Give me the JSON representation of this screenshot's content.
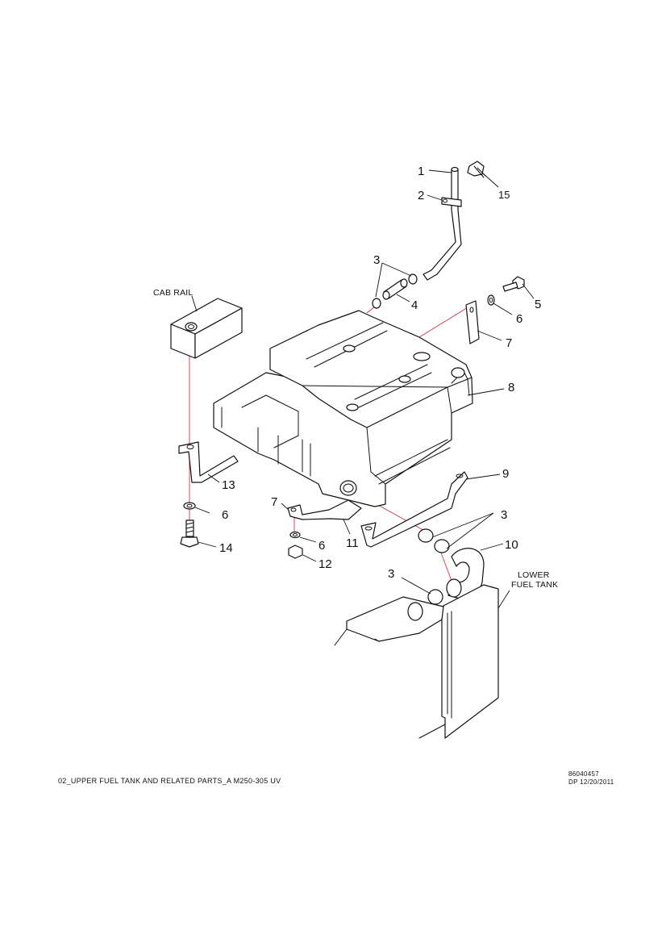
{
  "labels": {
    "cab_rail": "CAB RAIL",
    "lower_fuel_tank_line1": "LOWER",
    "lower_fuel_tank_line2": "FUEL TANK"
  },
  "callouts": {
    "c1": "1",
    "c2": "2",
    "c3a": "3",
    "c4": "4",
    "c5": "5",
    "c6a": "6",
    "c7a": "7",
    "c8": "8",
    "c9": "9",
    "c3b": "3",
    "c10": "10",
    "c3c": "3",
    "c13": "13",
    "c6b": "6",
    "c14": "14",
    "c7b": "7",
    "c6c": "6",
    "c11": "11",
    "c12": "12",
    "c15": "15"
  },
  "footer": {
    "title": "02_UPPER FUEL TANK AND RELATED PARTS_A M250-305 UV",
    "doc_number": "86040457",
    "doc_date": "DP 12/20/2011"
  }
}
